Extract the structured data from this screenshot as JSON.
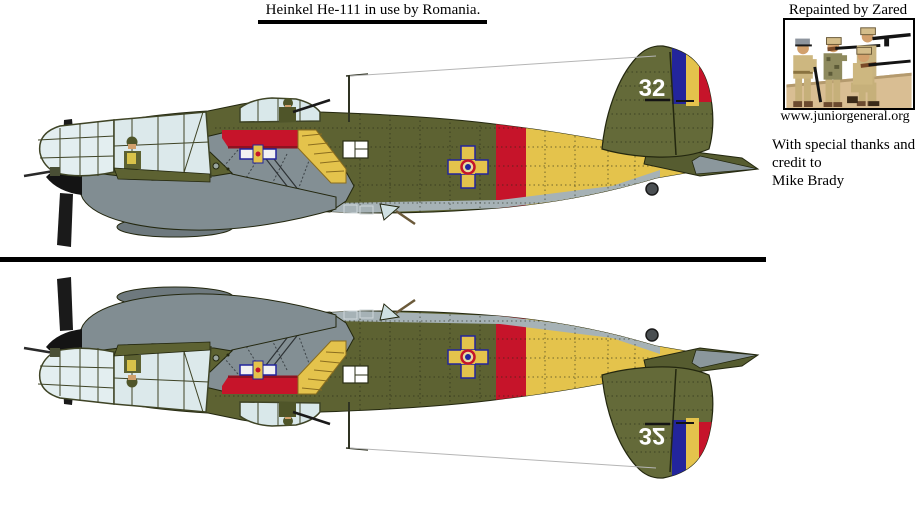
{
  "title": {
    "text": "Heinkel He-111 in use by Romania."
  },
  "credits": {
    "repainted_by": "Repainted by Zared",
    "website": "www.juniorgeneral.org",
    "thanks_lines": "With special thanks and\ncredit to\nMike Brady"
  },
  "aircraft": {
    "type": "Heinkel He-111",
    "operator": "Romania",
    "tail_number": "32",
    "views": [
      "top: left profile upright",
      "bottom: left profile mirrored vertically"
    ],
    "markings": [
      "Romanian tricolor on rudder",
      "Michael's Cross on fuselage and wing",
      "red fuselage band",
      "yellow rear fuselage and wing slat"
    ],
    "colors": {
      "olive": "#5d6232",
      "fin_olive": "#646a39",
      "wing_gray": "#838f94",
      "belly_gray": "#a6b2b6",
      "yellow": "#e4c34c",
      "red_band": "#c6142a",
      "flag_blue": "#23259c",
      "glazing": "#dfecee",
      "propeller_black": "#141414"
    }
  }
}
